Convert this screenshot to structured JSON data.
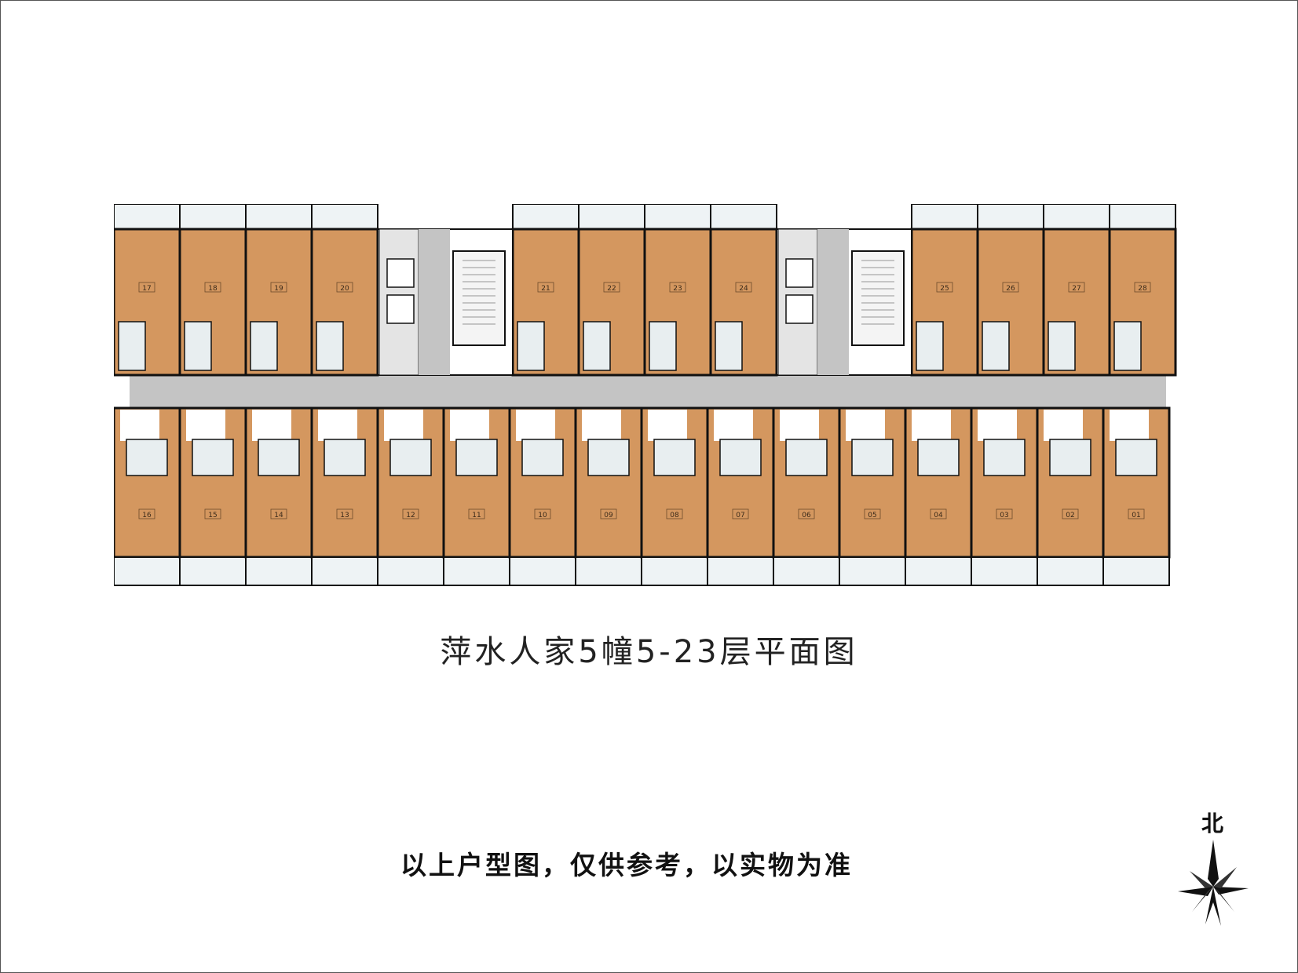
{
  "title": "萍水人家5幢5-23层平面图",
  "disclaimer": "以上户型图，仅供参考，以实物为准",
  "north_label": "北",
  "colors": {
    "room": "#d4975f",
    "balcony": "#eef3f5",
    "corridor": "#c4c4c4",
    "wall": "#111111",
    "bath": "#e8eef0"
  },
  "units": {
    "north_row": [
      "17",
      "18",
      "19",
      "20",
      "21",
      "22",
      "23",
      "24",
      "25",
      "26",
      "27",
      "28"
    ],
    "south_row": [
      "16",
      "15",
      "14",
      "13",
      "12",
      "11",
      "10",
      "09",
      "08",
      "07",
      "06",
      "05",
      "04",
      "03",
      "02",
      "01"
    ]
  },
  "icons": {
    "compass": "north-compass-icon"
  }
}
